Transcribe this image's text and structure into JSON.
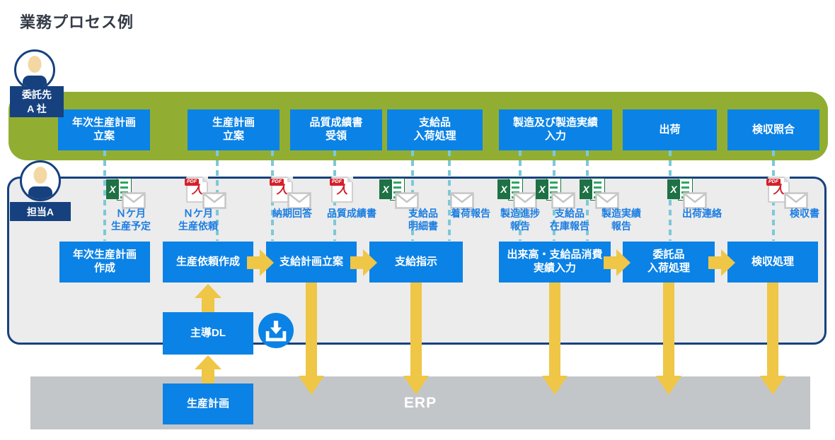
{
  "title": "業務プロセス例",
  "actors": {
    "contractor": {
      "badge": "委託先\nA 社"
    },
    "operator": {
      "badge": "担当A"
    }
  },
  "contractor_steps": [
    "年次生産計画\n立案",
    "生産計画\n立案",
    "品質成績書\n受領",
    "支給品\n入荷処理",
    "製造及び製造実績\n入力",
    "出荷",
    "検収照合"
  ],
  "operator_steps": [
    "年次生産計画\n作成",
    "生産依頼作成",
    "支給計画立案",
    "支給指示",
    "出来高・支給品消費\n実績入力",
    "委託品\n入荷処理",
    "検収処理"
  ],
  "documents": [
    {
      "label": "Ｎケ月\n生産予定",
      "icons": [
        "excel-icon",
        "mail-icon"
      ]
    },
    {
      "label": "Ｎケ月\n生産依頼",
      "icons": [
        "pdf-icon",
        "mail-icon"
      ]
    },
    {
      "label": "納期回答",
      "icons": [
        "pdf-icon",
        "mail-icon"
      ]
    },
    {
      "label": "品質成績書",
      "icons": [
        "pdf-icon"
      ]
    },
    {
      "label": "支給品\n明細書",
      "icons": [
        "excel-icon",
        "mail-icon"
      ]
    },
    {
      "label": "着荷報告",
      "icons": [
        "mail-icon"
      ]
    },
    {
      "label": "製造進捗\n報告",
      "icons": [
        "excel-icon",
        "mail-icon"
      ]
    },
    {
      "label": "支給品\n在庫報告",
      "icons": [
        "excel-icon",
        "mail-icon"
      ]
    },
    {
      "label": "製造実績\n報告",
      "icons": [
        "excel-icon",
        "mail-icon"
      ]
    },
    {
      "label": "出荷連絡",
      "icons": [
        "excel-icon",
        "mail-icon"
      ]
    },
    {
      "label": "検収書",
      "icons": [
        "pdf-icon",
        "mail-icon"
      ]
    }
  ],
  "download_box": {
    "label": "主導DL",
    "icon": "download-icon"
  },
  "erp": {
    "label": "ERP",
    "plan_box": "生産計画"
  },
  "colors": {
    "process_blue": "#0B82E6",
    "navy": "#16417E",
    "lane_green": "#92AE32",
    "arrow_yellow": "#EFC645",
    "dash_teal": "#7CC9D8",
    "erp_gray": "#C3C6C9",
    "panel_gray": "#ECECEC",
    "doc_label_blue": "#1B7DE2"
  }
}
